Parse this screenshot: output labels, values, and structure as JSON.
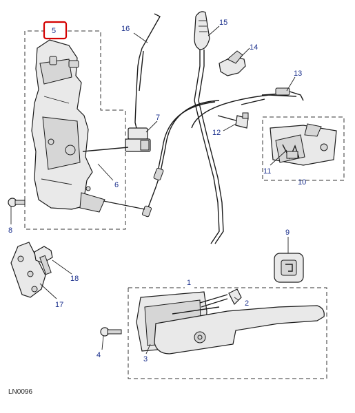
{
  "diagram": {
    "code": "LN0096",
    "highlight_color": "#d40000",
    "label_color": "#1a2f8c",
    "callouts": [
      {
        "id": "c5",
        "text": "5",
        "highlighted": true
      },
      {
        "id": "c16",
        "text": "16"
      },
      {
        "id": "c15",
        "text": "15"
      },
      {
        "id": "c14",
        "text": "14"
      },
      {
        "id": "c13",
        "text": "13"
      },
      {
        "id": "c7",
        "text": "7"
      },
      {
        "id": "c12",
        "text": "12"
      },
      {
        "id": "c6",
        "text": "6"
      },
      {
        "id": "c11",
        "text": "11"
      },
      {
        "id": "c10",
        "text": "10"
      },
      {
        "id": "c8",
        "text": "8"
      },
      {
        "id": "c9",
        "text": "9"
      },
      {
        "id": "c18",
        "text": "18"
      },
      {
        "id": "c17",
        "text": "17"
      },
      {
        "id": "c1",
        "text": "1"
      },
      {
        "id": "c2",
        "text": "2"
      },
      {
        "id": "c3",
        "text": "3"
      },
      {
        "id": "c4",
        "text": "4"
      }
    ]
  }
}
